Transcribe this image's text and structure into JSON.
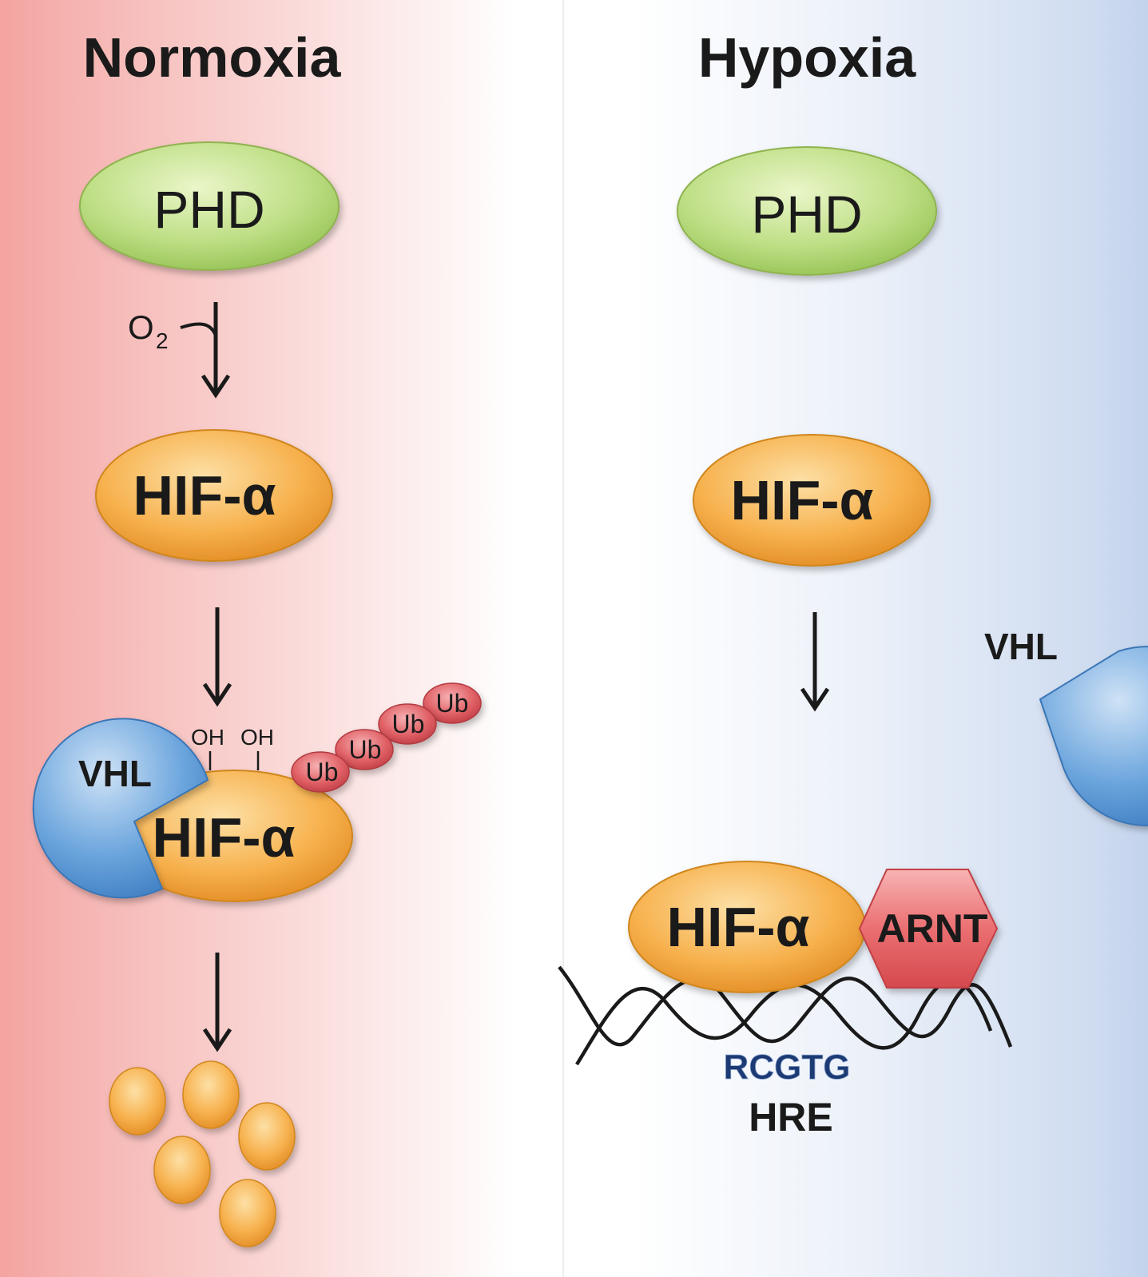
{
  "panels": {
    "normoxia": {
      "title": "Normoxia",
      "phd_label": "PHD",
      "o2_label": "O",
      "o2_subscript": "2",
      "hif_label": "HIF-α",
      "complex": {
        "vhl_label": "VHL",
        "hif_label": "HIF-α",
        "oh_labels": [
          "OH",
          "OH"
        ],
        "ub_labels": [
          "Ub",
          "Ub",
          "Ub",
          "Ub"
        ]
      }
    },
    "hypoxia": {
      "title": "Hypoxia",
      "phd_label": "PHD",
      "hif_label": "HIF-α",
      "vhl_label": "VHL",
      "complex": {
        "hif_label": "HIF-α",
        "arnt_label": "ARNT",
        "dna_sequence": "RCGTG",
        "element_label": "HRE"
      }
    }
  },
  "colors": {
    "normoxia_bg": "#f4a3a0",
    "hypoxia_bg": "#c3d3ec",
    "phd_fill": "#b7d97a",
    "hif_fill": "#f5a945",
    "vhl_fill": "#5b97d3",
    "ub_fill": "#d9545b",
    "arnt_fill": "#e86a6c",
    "sequence_text": "#1c3a73"
  }
}
